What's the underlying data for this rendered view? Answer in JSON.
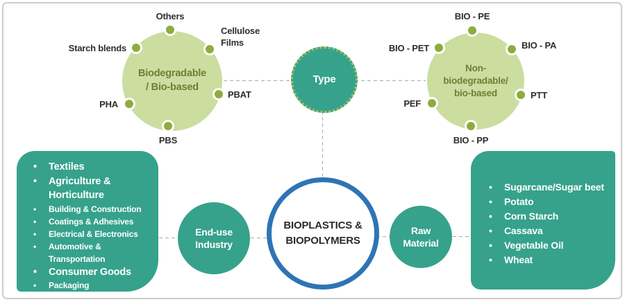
{
  "palette": {
    "teal": "#36a28b",
    "light_green": "#ccdda0",
    "olive_text": "#6e7f33",
    "dot_green": "#8dad3e",
    "blue_ring": "#2e74b5",
    "label_dark": "#2d2d2d",
    "dash_gray": "#aaaaaa"
  },
  "center_node": {
    "lines": [
      "BIOPLASTICS &",
      "BIOPOLYMERS"
    ]
  },
  "type_node": {
    "label": "Type"
  },
  "end_use_node": {
    "lines": [
      "End-use",
      "Industry"
    ]
  },
  "raw_material_node": {
    "lines": [
      "Raw",
      "Material"
    ]
  },
  "biodegradable_circle": {
    "lines": [
      "Biodegradable",
      "/ Bio-based"
    ],
    "satellites": {
      "top": "Others",
      "top_right": "Cellulose Films",
      "top_left": "Starch blends",
      "right": "PBAT",
      "left": "PHA",
      "bottom": "PBS"
    }
  },
  "non_biodegradable_circle": {
    "lines": [
      "Non-",
      "biodegradable/",
      "bio-based"
    ],
    "satellites": {
      "top": "BIO - PE",
      "top_right": "BIO - PA",
      "top_left": "BIO - PET",
      "right": "PTT",
      "left": "PEF",
      "bottom": "BIO - PP"
    }
  },
  "end_use_list": {
    "items": [
      "Textiles",
      "Agriculture & Horticulture",
      "Building & Construction",
      "Coatings & Adhesives",
      "Electrical & Electronics",
      "Automotive & Transportation",
      "Consumer Goods",
      "Packaging"
    ]
  },
  "raw_material_list": {
    "items": [
      "Sugarcane/Sugar beet",
      "Potato",
      "Corn Starch",
      "Cassava",
      "Vegetable Oil",
      "Wheat"
    ]
  }
}
